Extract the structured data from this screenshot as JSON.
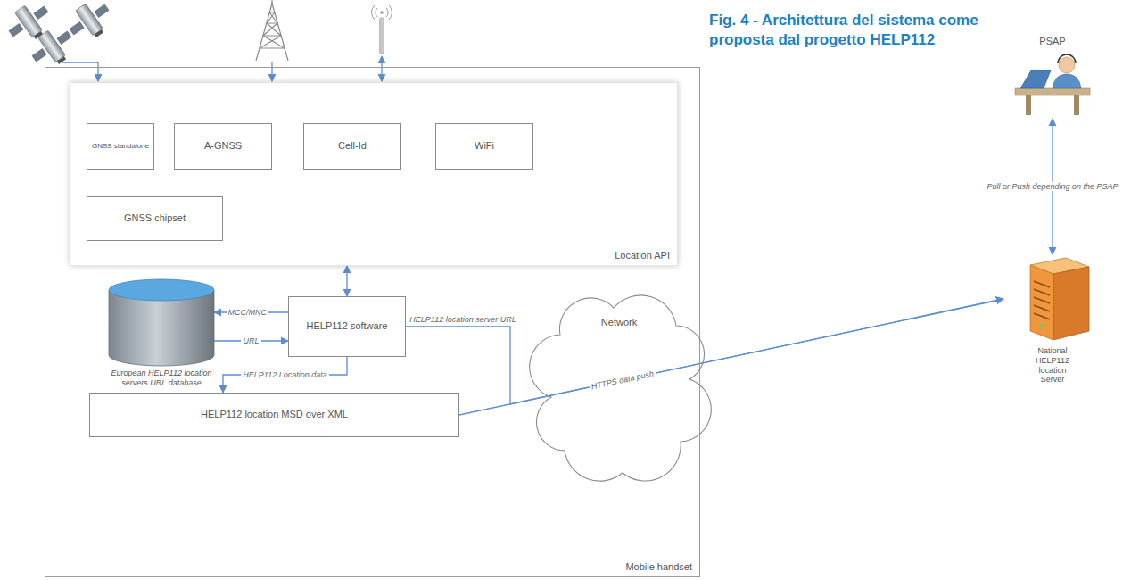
{
  "diagram": {
    "title": "Fig. 4 - Architettura del sistema come proposta dal progetto HELP112",
    "nodes": [
      {
        "text": [
          "Mobile handset"
        ]
      },
      {
        "text": [
          "Location API"
        ],
        "in": 0
      },
      {
        "text": [
          "GNSS standalone"
        ],
        "in": 1
      },
      {
        "text": [
          "A-GNSS"
        ],
        "in": 1
      },
      {
        "text": [
          "Cell-Id"
        ],
        "in": 1
      },
      {
        "text": [
          "WiFi"
        ],
        "in": 1
      },
      {
        "text": [
          "GNSS chipset"
        ],
        "in": 1
      },
      {
        "text": [
          "European HELP112 location servers URL database"
        ],
        "in": 0
      },
      {
        "text": [
          "HELP112 software"
        ],
        "in": 0
      },
      {
        "text": [
          "HELP112 location MSD over XML"
        ],
        "in": 0
      },
      {
        "text": [
          "Network"
        ]
      },
      {
        "text": [
          "PSAP"
        ]
      },
      {
        "text": [
          "National HELP112 location Server"
        ]
      }
    ],
    "edges": [
      {
        "from": 1,
        "to": 8,
        "arrow": "both"
      },
      {
        "from": 8,
        "to": 7,
        "label": "MCC/MNC",
        "arrow": "to"
      },
      {
        "from": 7,
        "to": 8,
        "label": "URL",
        "arrow": "to"
      },
      {
        "from": 8,
        "to": 9,
        "label": "HELP112 Location data",
        "arrow": "to"
      },
      {
        "from": 8,
        "to": 12,
        "label": "HELP112 location server URL",
        "arrow": "to"
      },
      {
        "from": 9,
        "to": 12,
        "label": "HTTPS data push",
        "arrow": "to"
      },
      {
        "from": 12,
        "to": 11,
        "label": "Pull or Push depending on the PSAP",
        "arrow": "both"
      }
    ]
  }
}
